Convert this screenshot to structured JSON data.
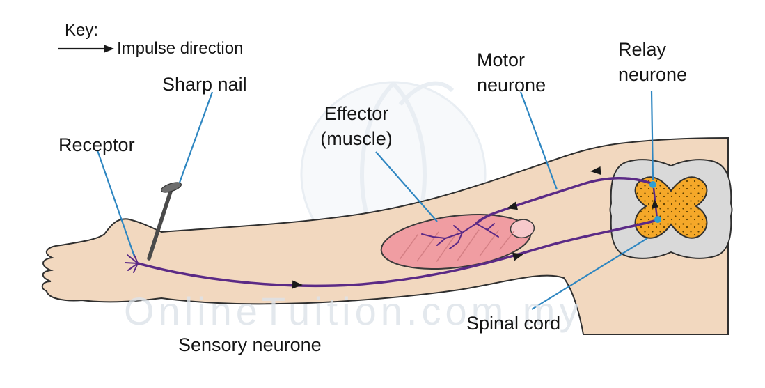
{
  "key": {
    "title": "Key:",
    "impulse_label": "Impulse direction"
  },
  "labels": {
    "sharp_nail": "Sharp nail",
    "receptor": "Receptor",
    "effector": {
      "line1": "Effector",
      "line2": "(muscle)"
    },
    "motor_neurone": {
      "line1": "Motor",
      "line2": "neurone"
    },
    "relay_neurone": {
      "line1": "Relay",
      "line2": "neurone"
    },
    "spinal_cord": "Spinal cord",
    "sensory_neurone": "Sensory neurone"
  },
  "watermark": "OnlineTuition.com.my",
  "colors": {
    "skin": "#f2d8bf",
    "muscle": "#f09da2",
    "neurone_purple": "#5b2a86",
    "leader_blue": "#2e86c1",
    "gray_matter_orange": "#f5a829",
    "spine_gray": "#d9d9d9",
    "relay_dot_blue": "#2f9fd0"
  }
}
